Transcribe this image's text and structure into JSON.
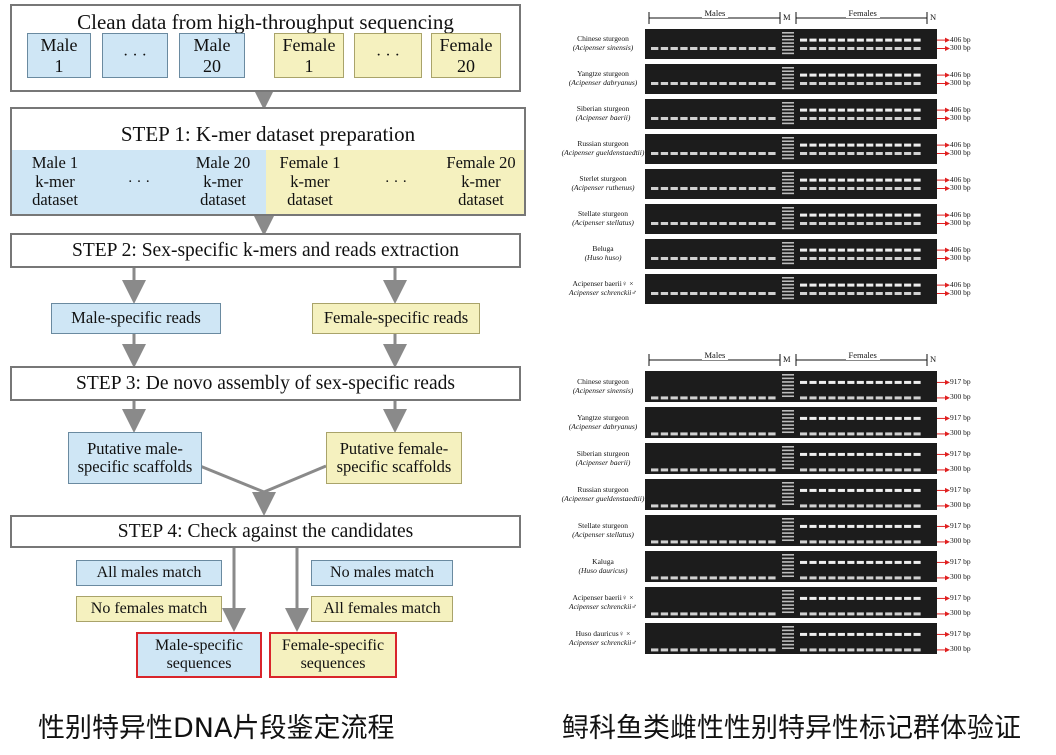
{
  "flowchart": {
    "top": {
      "title": "Clean data from high-throughput sequencing",
      "cells": [
        {
          "text": "Male\n1",
          "kind": "male"
        },
        {
          "text": "· · ·",
          "kind": "male"
        },
        {
          "text": "Male\n20",
          "kind": "male"
        },
        {
          "text": "Female\n1",
          "kind": "female"
        },
        {
          "text": "· · ·",
          "kind": "female"
        },
        {
          "text": "Female\n20",
          "kind": "female"
        }
      ]
    },
    "step1": {
      "title": "STEP 1: K-mer dataset preparation",
      "cells": [
        {
          "text": "Male 1\nk-mer\ndataset",
          "kind": "male"
        },
        {
          "text": "· · ·",
          "kind": "male"
        },
        {
          "text": "Male 20\nk-mer\ndataset",
          "kind": "male"
        },
        {
          "text": "Female 1\nk-mer\ndataset",
          "kind": "female"
        },
        {
          "text": "· · ·",
          "kind": "female"
        },
        {
          "text": "Female 20\nk-mer\ndataset",
          "kind": "female"
        }
      ]
    },
    "step2": {
      "title": "STEP 2: Sex-specific k-mers and reads extraction",
      "male": "Male-specific reads",
      "female": "Female-specific reads"
    },
    "step3": {
      "title": "STEP 3: De novo assembly of sex-specific reads",
      "male": "Putative male-\nspecific scaffolds",
      "female": "Putative female-\nspecific scaffolds"
    },
    "step4": {
      "title": "STEP 4: Check against the candidates",
      "all_males_match": "All males match",
      "no_females_match": "No females match",
      "no_males_match": "No males match",
      "all_females_match": "All females match",
      "male_result": "Male-specific\nsequences",
      "female_result": "Female-specific\nsequences"
    }
  },
  "gels": {
    "header": {
      "males": "Males",
      "marker": "M",
      "females": "Females",
      "negative": "N"
    },
    "panel1": {
      "upper_bp": "406 bp",
      "lower_bp": "300 bp",
      "rows": [
        {
          "common": "Chinese sturgeon",
          "latin": "(Acipenser sinensis)"
        },
        {
          "common": "Yangtze sturgeon",
          "latin": "(Acipenser dabryanus)"
        },
        {
          "common": "Siberian sturgeon",
          "latin": "(Acipenser baerii)"
        },
        {
          "common": "Russian sturgeon",
          "latin": "(Acipenser gueldenstaedtii)"
        },
        {
          "common": "Sterlet sturgeon",
          "latin": "(Acipenser ruthenus)"
        },
        {
          "common": "Stellate sturgeon",
          "latin": "(Acipenser stellatus)"
        },
        {
          "common": "Beluga",
          "latin": "(Huso huso)"
        },
        {
          "common": "Acipenser baerii♀ ×",
          "latin": "Acipenser schrenckii♂"
        }
      ]
    },
    "panel2": {
      "upper_bp": "917 bp",
      "lower_bp": "300 bp",
      "rows": [
        {
          "common": "Chinese sturgeon",
          "latin": "(Acipenser sinensis)"
        },
        {
          "common": "Yangtze sturgeon",
          "latin": "(Acipenser dabryanus)"
        },
        {
          "common": "Siberian sturgeon",
          "latin": "(Acipenser baerii)"
        },
        {
          "common": "Russian sturgeon",
          "latin": "(Acipenser gueldenstaedtii)"
        },
        {
          "common": "Stellate sturgeon",
          "latin": "(Acipenser stellatus)"
        },
        {
          "common": "Kaluga",
          "latin": "(Huso dauricus)"
        },
        {
          "common": "Acipenser baerii♀ ×",
          "latin": "Acipenser schrenckii♂"
        },
        {
          "common": "Huso dauricus♀ ×",
          "latin": "Acipenser schrenckii♂"
        }
      ]
    }
  },
  "captions": {
    "left": "性别特异性DNA片段鉴定流程",
    "right": "鲟科鱼类雌性性别特异性标记群体验证"
  },
  "colors": {
    "male_fill": "#cfe6f5",
    "female_fill": "#f5f1bf",
    "arrow": "#8a8a8a",
    "result_border": "#d9252b",
    "bp_arrow": "#e02020"
  }
}
